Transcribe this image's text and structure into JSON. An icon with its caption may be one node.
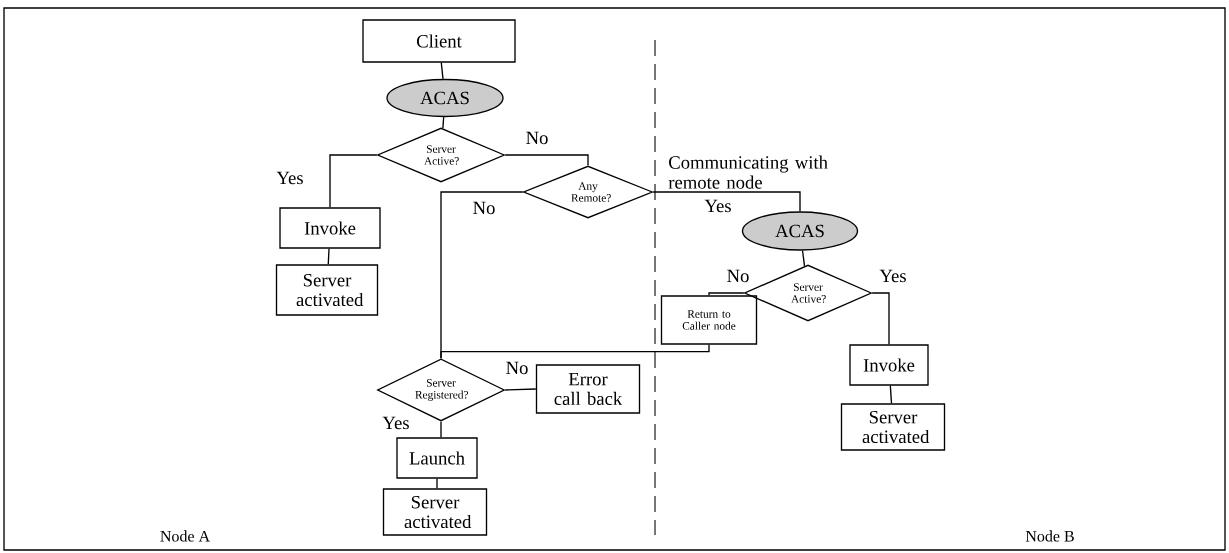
{
  "diagram": {
    "nodes": [
      {
        "text": [
          "Client"
        ]
      },
      {
        "text": [
          "ACAS"
        ]
      },
      {
        "text": [
          "Server Active?"
        ]
      },
      {
        "text": [
          "Any Remote?"
        ]
      },
      {
        "text": [
          "Invoke"
        ]
      },
      {
        "text": [
          "Server activated"
        ]
      },
      {
        "text": [
          "ACAS"
        ]
      },
      {
        "text": [
          "Server Active?"
        ]
      },
      {
        "text": [
          "Return to Caller node"
        ]
      },
      {
        "text": [
          "Invoke"
        ]
      },
      {
        "text": [
          "Server activated"
        ]
      },
      {
        "text": [
          "Server Registered?"
        ]
      },
      {
        "text": [
          "Error call back"
        ]
      },
      {
        "text": [
          "Launch"
        ]
      },
      {
        "text": [
          "Server activated"
        ]
      }
    ],
    "edges": [
      {
        "from": 0,
        "to": 1,
        "arrow": "none"
      },
      {
        "from": 1,
        "to": 2,
        "arrow": "none"
      },
      {
        "from": 2,
        "to": 4,
        "arrow": "none",
        "label": "Yes"
      },
      {
        "from": 2,
        "to": 3,
        "arrow": "none",
        "label": "No"
      },
      {
        "from": 3,
        "to": 11,
        "arrow": "none",
        "label": "No"
      },
      {
        "from": 3,
        "to": 6,
        "arrow": "none",
        "label": "Yes"
      },
      {
        "from": 4,
        "to": 5,
        "arrow": "none"
      },
      {
        "from": 6,
        "to": 7,
        "arrow": "none"
      },
      {
        "from": 7,
        "to": 8,
        "arrow": "none",
        "label": "No"
      },
      {
        "from": 7,
        "to": 9,
        "arrow": "none",
        "label": "Yes"
      },
      {
        "from": 9,
        "to": 10,
        "arrow": "none"
      },
      {
        "from": 8,
        "to": 11,
        "arrow": "none"
      },
      {
        "from": 11,
        "to": 12,
        "arrow": "none",
        "label": "No"
      },
      {
        "from": 11,
        "to": 13,
        "arrow": "none",
        "label": "Yes"
      },
      {
        "from": 13,
        "to": 14,
        "arrow": "none"
      }
    ],
    "labels": [
      "Communicating with remote node",
      "Node A",
      "Node B"
    ]
  }
}
